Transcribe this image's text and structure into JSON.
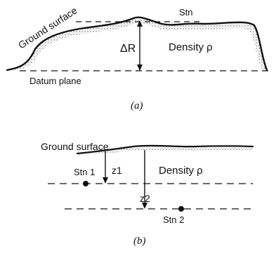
{
  "panel_a": {
    "ground_label": "Ground surface",
    "station_label": "Stn",
    "delta_label": "ΔR",
    "density_label": "Density ρ",
    "datum_label": "Datum plane",
    "caption": "(a)"
  },
  "panel_b": {
    "ground_label": "Ground surface",
    "station1_label": "Stn 1",
    "z1_label": "z1",
    "z2_label": "z2",
    "density_label": "Density ρ",
    "station2_label": "Stn 2",
    "caption": "(b)"
  },
  "colors": {
    "ink": "#111111",
    "stipple": "#555555"
  }
}
